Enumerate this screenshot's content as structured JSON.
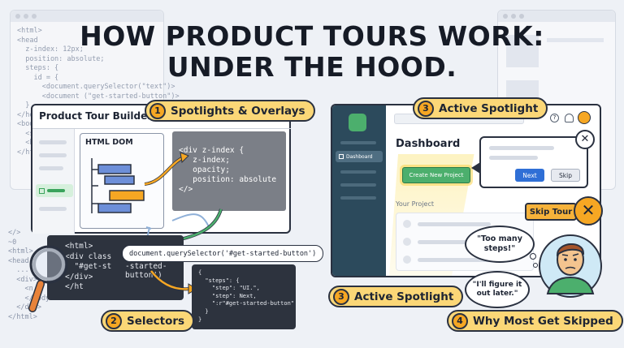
{
  "title": {
    "line1": "HOW PRODUCT TOURS WORK:",
    "line2": "UNDER THE HOOD."
  },
  "bg_code_left": {
    "lines": [
      "<html>",
      "<head",
      "  z-index: 12px;",
      "  position: absolute;",
      "  steps: {",
      "    id = {",
      "      <document.querySelector(\"text\")>",
      "      <document (\"get-started-button\")>",
      "  }",
      "</he",
      "<bod",
      "  <s",
      "  <b",
      "",
      "</ht"
    ]
  },
  "bg_code_bottom": {
    "lines": [
      "</>",
      "~0",
      "<html>",
      "<head",
      "  ...",
      "  <div>",
      "    <n",
      "",
      "    </body>",
      "  </div>",
      "</html>"
    ]
  },
  "builder": {
    "title": "Product Tour Builder",
    "dom_label": "HTML DOM",
    "code_lines": [
      "<div z-index {",
      "   z-index;",
      "   opacity;",
      "   position: absolute",
      "</>"
    ]
  },
  "callouts": {
    "c1": {
      "num": "1",
      "label": "Spotlights & Overlays"
    },
    "c2": {
      "num": "2",
      "label": "Selectors"
    },
    "c3_top": {
      "num": "3",
      "label": "Active Spotlight"
    },
    "c3_bottom": {
      "num": "3",
      "label": "Active Spotlight"
    },
    "c4": {
      "num": "4",
      "label": "Why Most Get Skipped"
    }
  },
  "selector": {
    "query": "document.querySelector('#get-started-button')",
    "html_lines": [
      "<html>",
      "<div class",
      "  \"#get-st",
      "</div>",
      "</ht"
    ],
    "html_fragment": "-started-button')",
    "json_lines": [
      "{",
      "  \"steps\": {",
      "    \"step\": \"UI.\",",
      "    \"step\": Next,",
      "    \":r\"#get-started-button\"",
      "  }",
      "}"
    ]
  },
  "app": {
    "sidebar_active": "Dashboard",
    "page_title": "Dashboard",
    "cta_button": "Create New Project",
    "section_label": "Your Project",
    "tooltip_next": "Next",
    "tooltip_skip": "Skip",
    "skip_tour": "Skip Tour",
    "close_icon": "✕"
  },
  "bubbles": {
    "b1": "\"Too many steps!\"",
    "b2": "\"I'll figure it out later.\""
  },
  "colors": {
    "accent_yellow": "#fbd777",
    "number_orange": "#f6a723",
    "sidebar_teal": "#2c4a5c",
    "cta_green": "#4caf6d",
    "button_blue": "#2f6fd6",
    "dark_panel": "#2d333e"
  }
}
